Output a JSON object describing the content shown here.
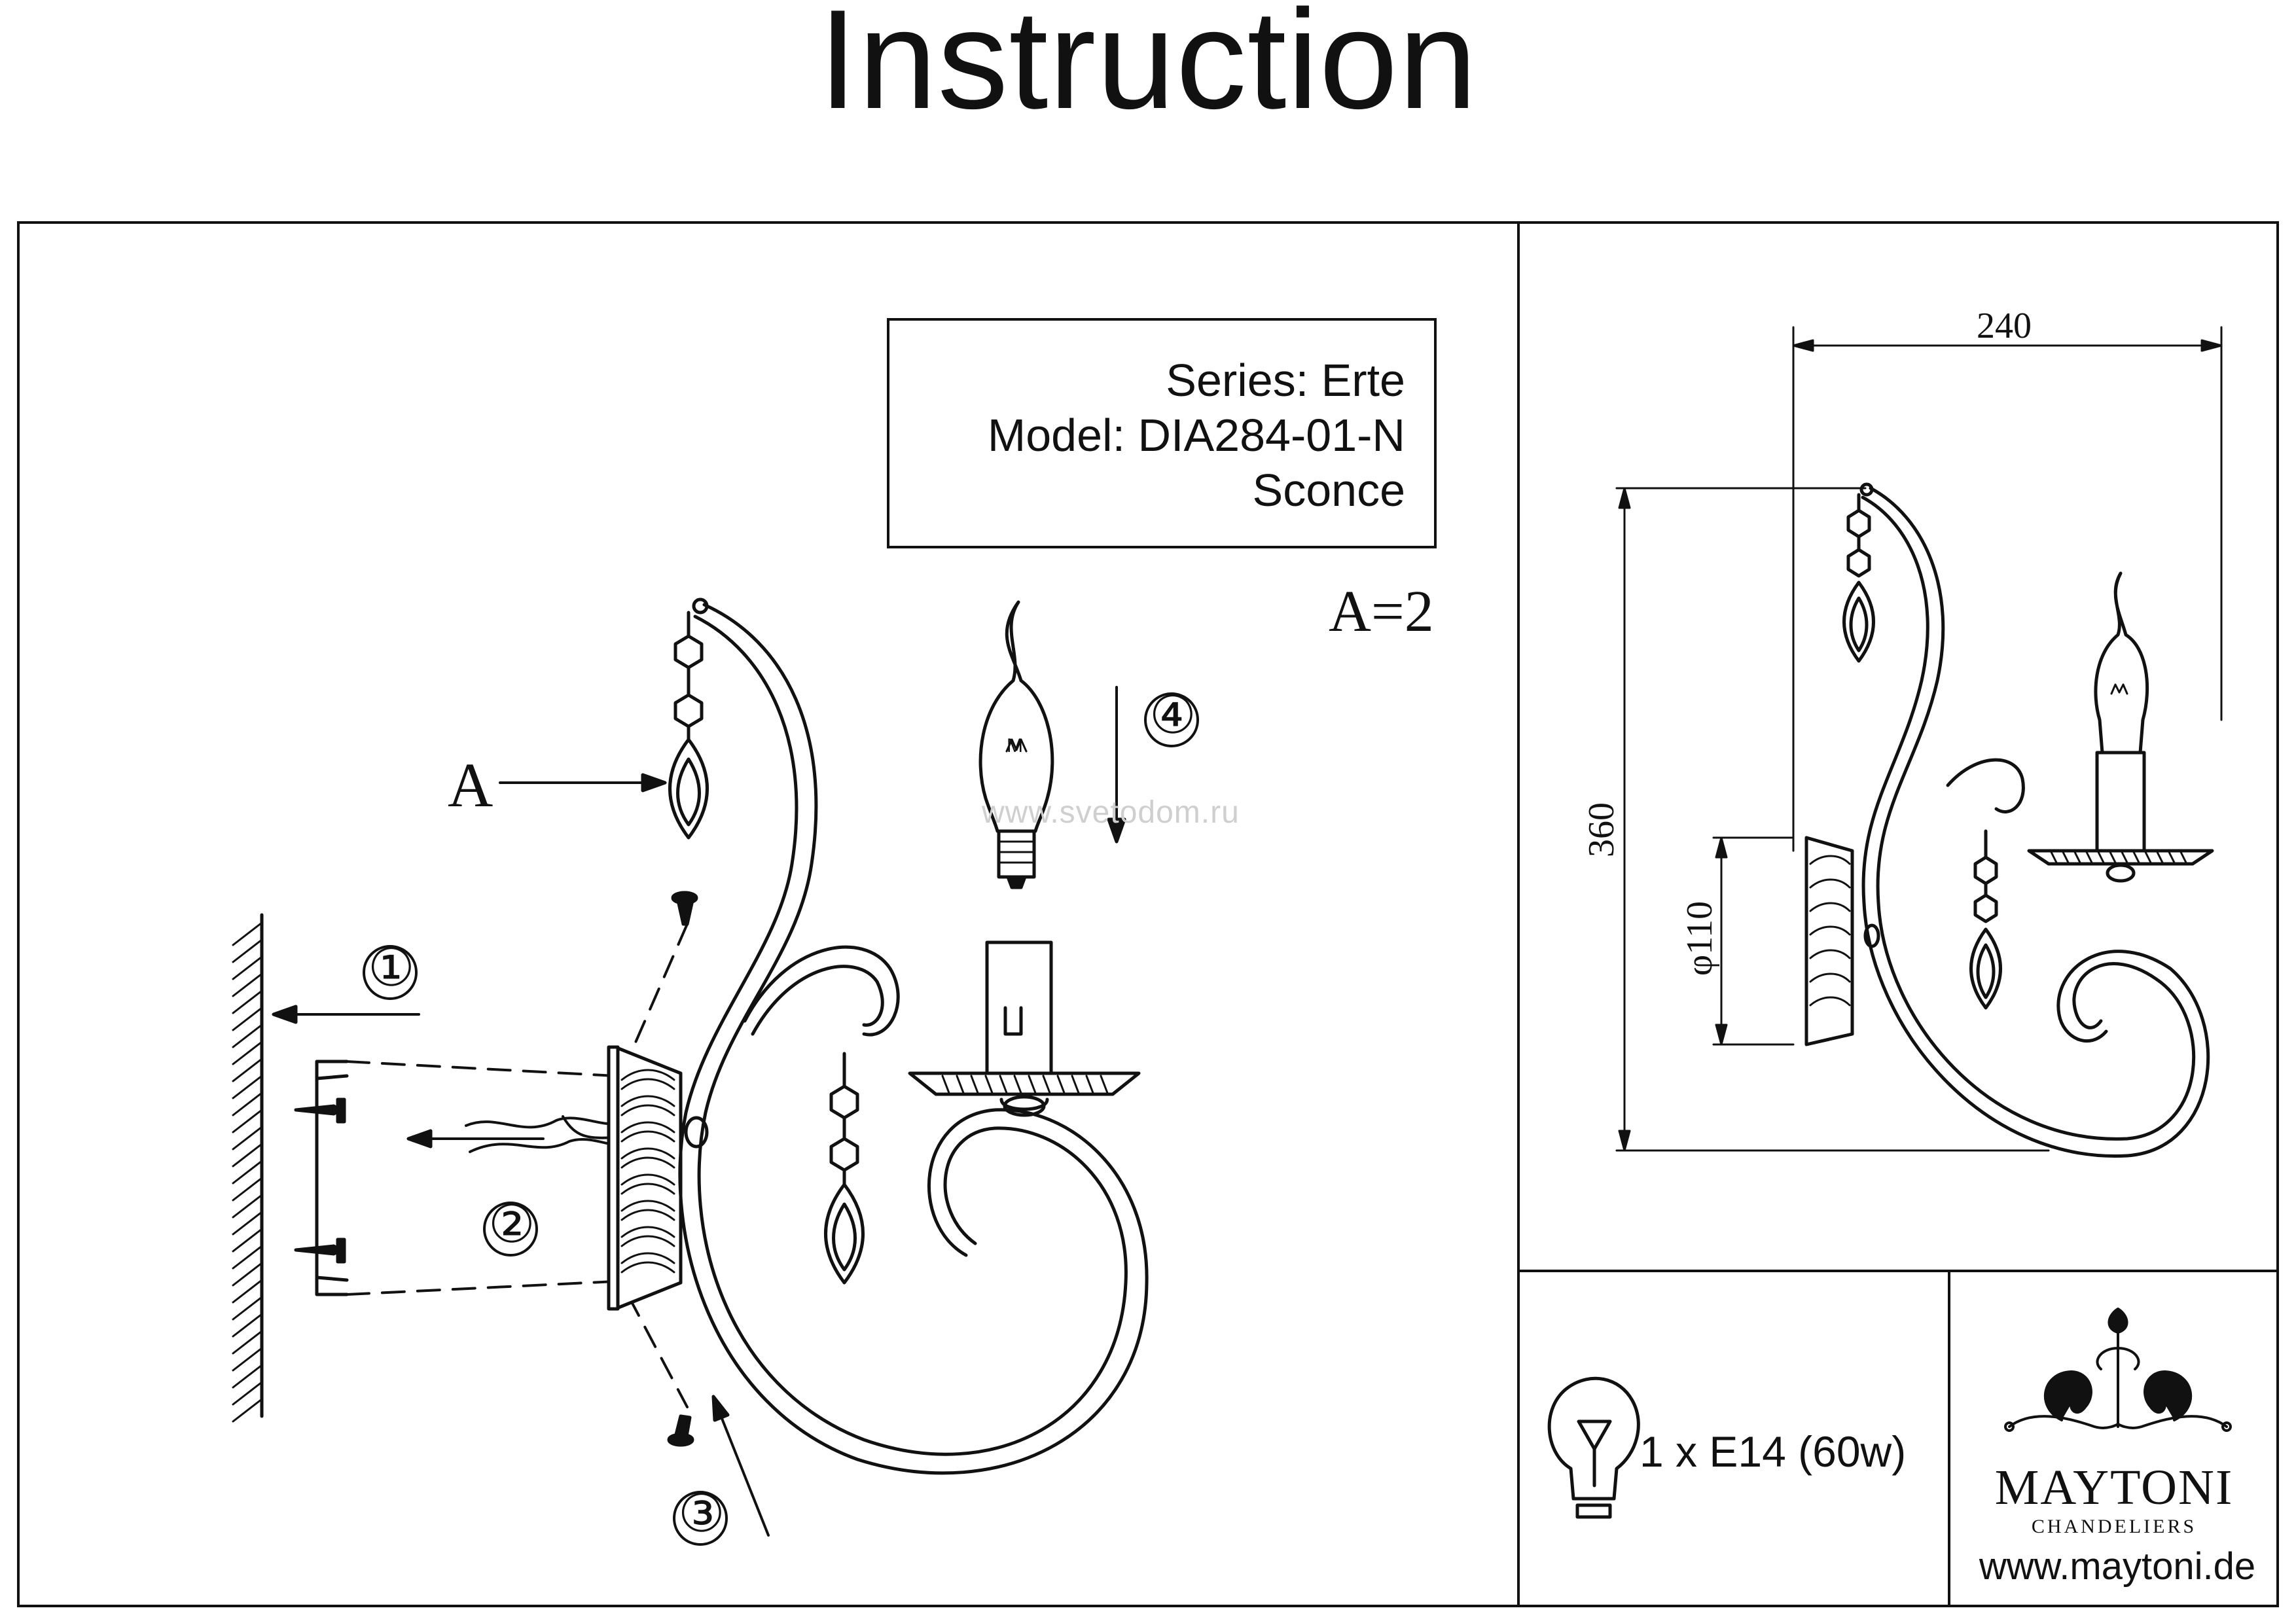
{
  "title": "Instruction",
  "info": {
    "series": "Series: Erte",
    "model": "Model: DIA284-01-N",
    "type": "Sconce"
  },
  "diagram": {
    "a_count": "A=2",
    "a_label": "A",
    "steps": [
      "①",
      "②",
      "③",
      "④"
    ],
    "watermark": "www.svetodom.ru",
    "bulb_mark": "M"
  },
  "dimensions": {
    "width": "240",
    "height": "360",
    "base_diameter": "φ110"
  },
  "spec": {
    "bulb": "1 x E14 (60w)"
  },
  "brand": {
    "name": "MAYTONI",
    "subtitle": "CHANDELIERS",
    "website": "www.maytoni.de"
  }
}
